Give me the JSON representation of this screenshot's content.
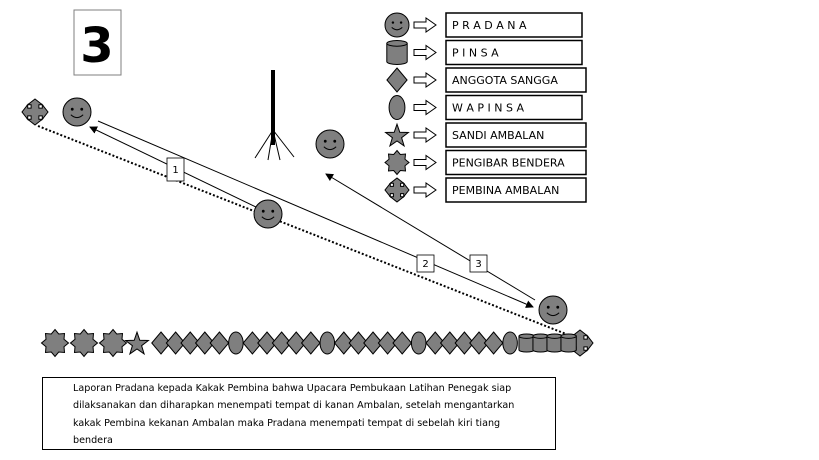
{
  "stage_number": "3",
  "legend": [
    {
      "symbol": "pradana",
      "icon": "smiley-face-icon",
      "label": "P R A D A N A"
    },
    {
      "symbol": "pinsa",
      "icon": "cylinder-icon",
      "label": "P I N S A"
    },
    {
      "symbol": "anggota-sangga",
      "icon": "diamond-icon",
      "label": "ANGGOTA SANGGA"
    },
    {
      "symbol": "wapinsa",
      "icon": "oval-icon",
      "label": "W A P I N S A"
    },
    {
      "symbol": "sandi-ambalan",
      "icon": "star-icon",
      "label": "SANDI AMBALAN"
    },
    {
      "symbol": "pengibar-bendera",
      "icon": "burst-icon",
      "label": "PENGIBAR  BENDERA"
    },
    {
      "symbol": "pembina-ambalan",
      "icon": "arrow-cross-icon",
      "label": "PEMBINA AMBALAN"
    }
  ],
  "path_labels": [
    "1",
    "2",
    "3"
  ],
  "caption": "Laporan Pradana kepada Kakak Pembina bahwa Upacara Pembukaan Latihan Penegak siap dilaksanakan dan diharapkan menempati tempat di kanan Ambalan, setelah mengantarkan kakak Pembina kekanan Ambalan maka Pradana menempati tempat di sebelah kiri tiang bendera",
  "formation_row": [
    "burst",
    "burst",
    "burst",
    "star",
    "diamond",
    "diamond",
    "diamond",
    "diamond",
    "diamond",
    "oval",
    "diamond",
    "diamond",
    "diamond",
    "diamond",
    "diamond",
    "oval",
    "diamond",
    "diamond",
    "diamond",
    "diamond",
    "diamond",
    "oval",
    "diamond",
    "diamond",
    "diamond",
    "diamond",
    "diamond",
    "oval",
    "cylinder",
    "cylinder",
    "cylinder",
    "cylinder"
  ],
  "colors": {
    "symbol_fill": "#7f7f7f",
    "stroke": "#000000"
  }
}
